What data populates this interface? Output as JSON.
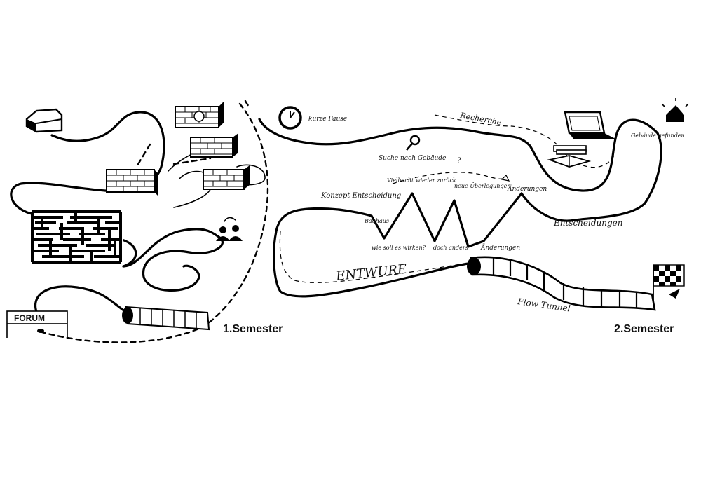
{
  "labels": {
    "forum": "FORUM",
    "semester_1": "1.Semester",
    "semester_2": "2.Semester",
    "kurze_pause": "kurze Pause",
    "recherche": "Recherche",
    "gebaeude_gefunden": "Gebäude gefunden",
    "suche_nach_gebaeude": "Suche nach Gebäude",
    "question": "?",
    "konzept_entscheidung": "Konzept Entscheidung",
    "vielleicht_wieder_zurueck": "Vielleicht wieder zurück",
    "neue_ueberlegungen": "neue Überlegungen",
    "aenderungen_top": "Änderungen",
    "bauhaus": "Bauhaus",
    "entscheidungen": "Entscheidungen",
    "wie_soll_es_wirken": "wie soll es wirken?",
    "doch_anders": "doch anders",
    "aenderungen_bottom": "Änderungen",
    "entwurf": "ENTWURF",
    "flow_tunnel": "Flow Tunnel"
  },
  "icons": {
    "start_house": "house-outline-icon",
    "end_house": "house-filled-icon",
    "clock": "clock-icon",
    "magnifier": "magnifying-glass-icon",
    "laptop": "laptop-icon",
    "books": "books-icon",
    "maze": "maze-icon",
    "people": "people-talking-icon",
    "finish": "finish-flag-icon",
    "walls": "brick-wall-icon"
  }
}
